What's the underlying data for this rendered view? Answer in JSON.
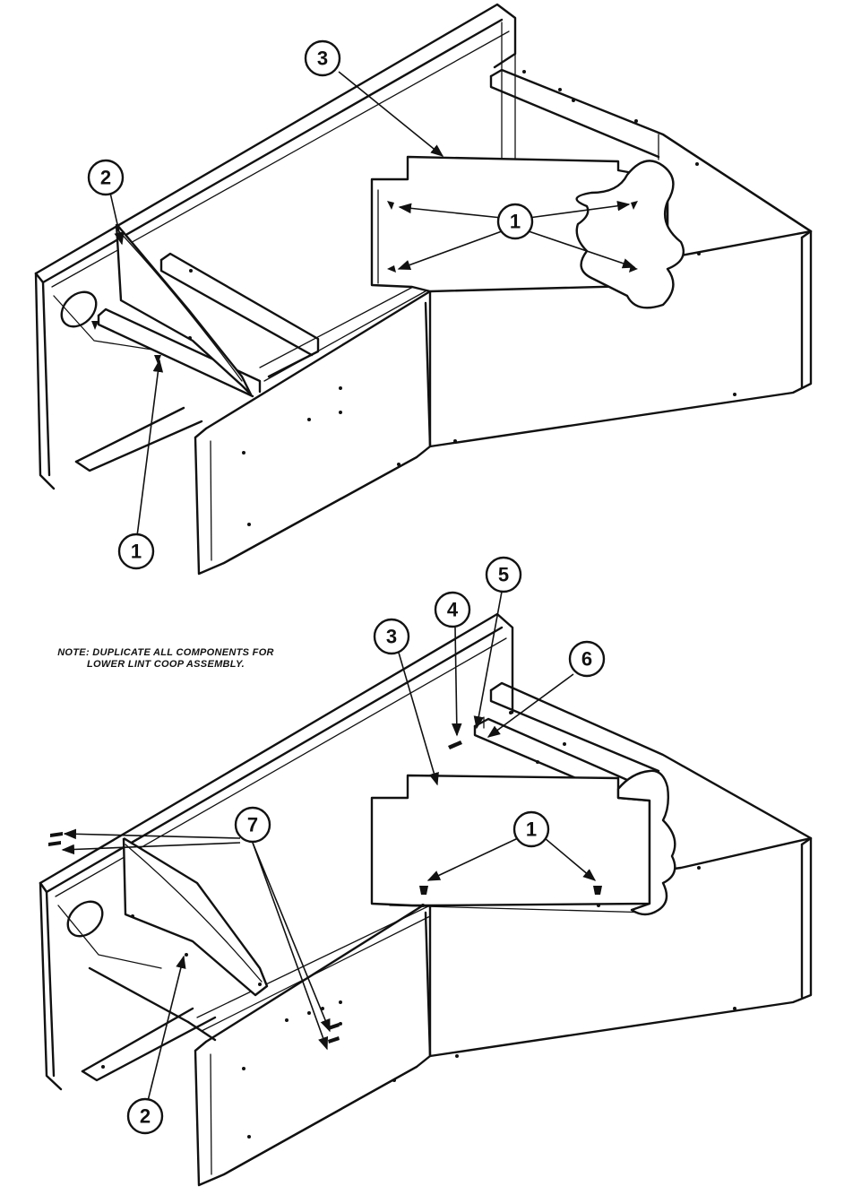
{
  "note": {
    "line1": "NOTE: DUPLICATE ALL COMPONENTS FOR",
    "line2": "LOWER LINT COOP ASSEMBLY."
  },
  "top_view": {
    "callouts": [
      "3",
      "2",
      "1",
      "1"
    ]
  },
  "bottom_view": {
    "callouts": [
      "4",
      "5",
      "6",
      "3",
      "7",
      "1",
      "2"
    ]
  }
}
